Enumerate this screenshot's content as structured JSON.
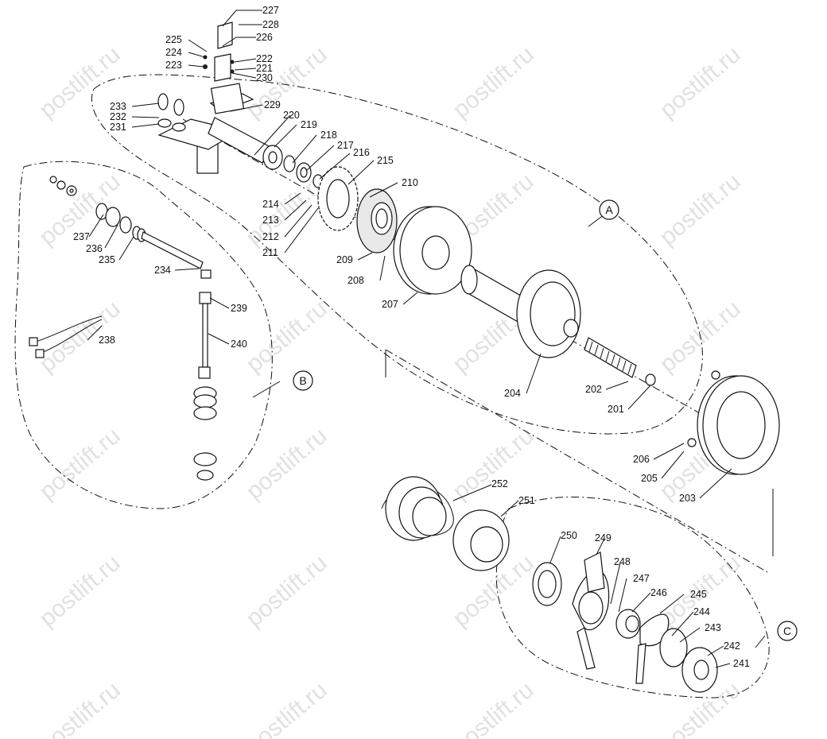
{
  "watermark": "postlift.ru",
  "groups": [
    "A",
    "B",
    "C"
  ],
  "part_numbers": {
    "p227": "227",
    "p228": "228",
    "p226": "226",
    "p225": "225",
    "p224": "224",
    "p223": "223",
    "p222": "222",
    "p221": "221",
    "p230": "230",
    "p229": "229",
    "p233": "233",
    "p232": "232",
    "p231": "231",
    "p220": "220",
    "p219": "219",
    "p218": "218",
    "p217": "217",
    "p216": "216",
    "p215": "215",
    "p210": "210",
    "p214": "214",
    "p213": "213",
    "p212": "212",
    "p211": "211",
    "p209": "209",
    "p208": "208",
    "p207": "207",
    "p204": "204",
    "p202": "202",
    "p201": "201",
    "p206": "206",
    "p205": "205",
    "p203": "203",
    "p237": "237",
    "p236": "236",
    "p235": "235",
    "p234": "234",
    "p239": "239",
    "p238": "238",
    "p240": "240",
    "p252": "252",
    "p251": "251",
    "p250": "250",
    "p249": "249",
    "p248": "248",
    "p247": "247",
    "p246": "246",
    "p245": "245",
    "p244": "244",
    "p243": "243",
    "p242": "242",
    "p241": "241"
  }
}
